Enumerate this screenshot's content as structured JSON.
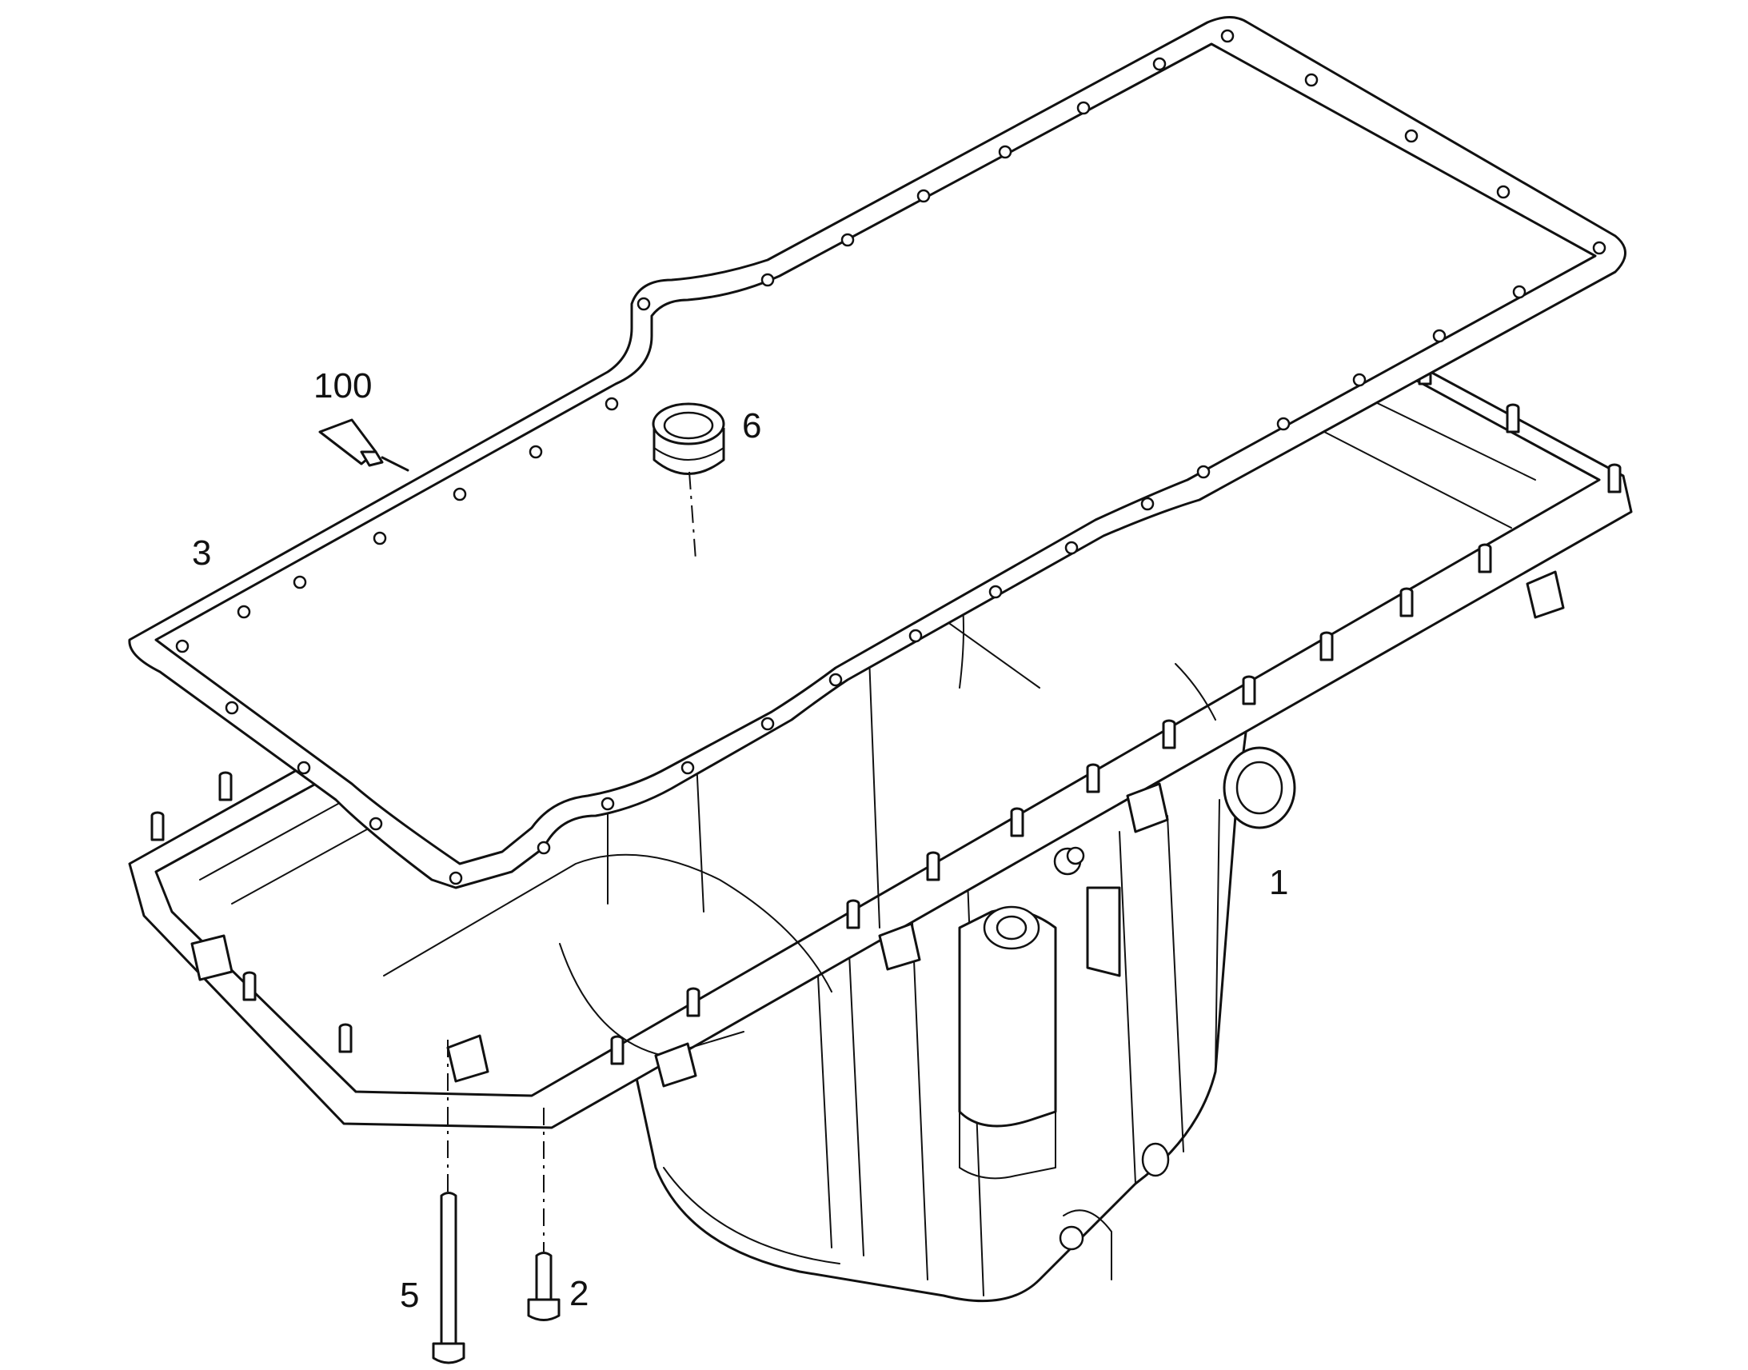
{
  "colors": {
    "line": "#111111",
    "background": "#ffffff"
  },
  "parts": [
    {
      "number": "1",
      "name": "oil-pan"
    },
    {
      "number": "2",
      "name": "bolt-short"
    },
    {
      "number": "3",
      "name": "gasket"
    },
    {
      "number": "5",
      "name": "bolt-long"
    },
    {
      "number": "6",
      "name": "pickup-seal-ring"
    },
    {
      "number": "100",
      "name": "sealant-tube"
    }
  ]
}
